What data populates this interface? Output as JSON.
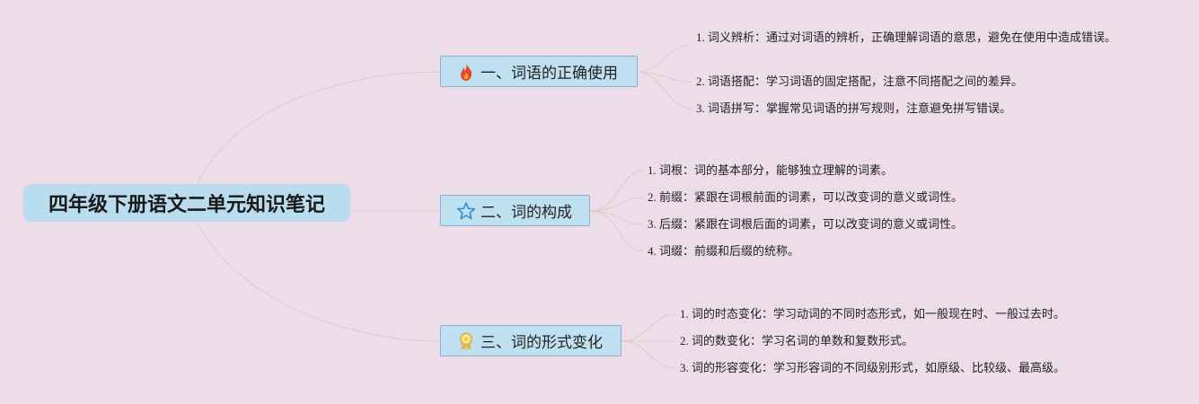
{
  "root": {
    "title": "四年级下册语文二单元知识笔记"
  },
  "branches": [
    {
      "label": "一、词语的正确使用",
      "icon": "fire-icon",
      "items": [
        "1. 词义辨析：通过对词语的辨析，正确理解词语的意思，避免在使用中造成错误。",
        "2. 词语搭配：学习词语的固定搭配，注意不同搭配之间的差异。",
        "3. 词语拼写：掌握常见词语的拼写规则，注意避免拼写错误。"
      ]
    },
    {
      "label": "二、词的构成",
      "icon": "star-icon",
      "items": [
        "1. 词根：词的基本部分，能够独立理解的词素。",
        "2. 前缀：紧跟在词根前面的词素，可以改变词的意义或词性。",
        "3. 后缀：紧跟在词根后面的词素，可以改变词的意义或词性。",
        "4. 词缀：前缀和后缀的统称。"
      ]
    },
    {
      "label": "三、词的形式变化",
      "icon": "award-icon",
      "items": [
        "1. 词的时态变化：学习动词的不同时态形式，如一般现在时、一般过去时。",
        "2. 词的数变化：学习名词的单数和复数形式。",
        "3. 词的形容变化：学习形容词的不同级别形式，如原级、比较级、最高级。"
      ]
    }
  ],
  "colors": {
    "background": "#ecdde9",
    "root_fill": "#b9dcee",
    "branch_fill": "#bfe0f1",
    "connector": "#e2c7b9"
  }
}
